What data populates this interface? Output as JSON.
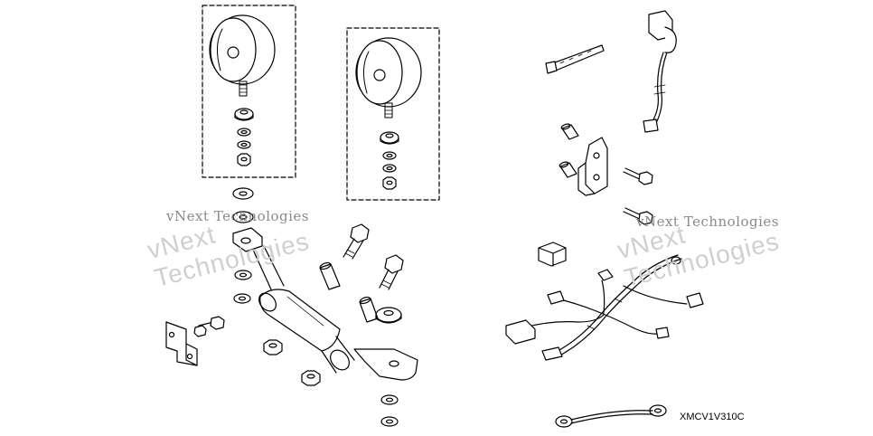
{
  "watermark": {
    "line1": "vNext",
    "line2": "Technologies",
    "full": "vNext Technologies"
  },
  "diagram_code": "XMCV1V310C",
  "colors": {
    "line": "#000000",
    "watermark": "#c8c8c8",
    "background": "#ffffff"
  }
}
